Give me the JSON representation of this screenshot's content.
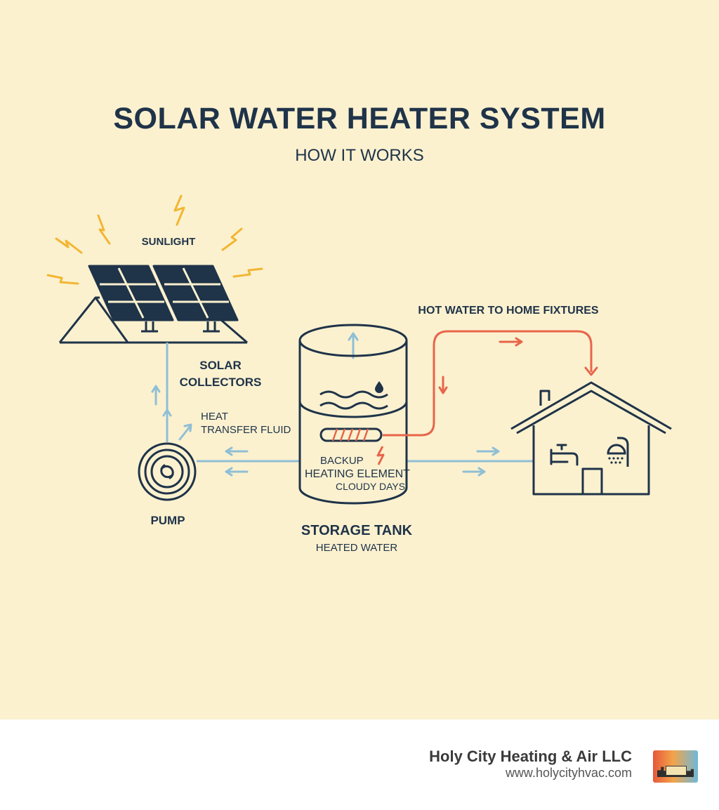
{
  "diagram": {
    "title": "SOLAR WATER HEATER SYSTEM",
    "subtitle": "HOW IT WORKS",
    "labels": {
      "sunlight": "SUNLIGHT",
      "collectors_line1": "SOLAR",
      "collectors_line2": "COLLECTORS",
      "fluid_line1": "HEAT",
      "fluid_line2": "TRANSFER FLUID",
      "pump": "PUMP",
      "backup_line1": "BACKUP",
      "backup_line2": "HEATING ELEMENT",
      "backup_line3": "CLOUDY DAYS",
      "tank_title": "STORAGE TANK",
      "tank_sub": "HEATED WATER",
      "hot_water": "HOT WATER TO HOME FIXTURES"
    },
    "colors": {
      "background": "#fbf1cf",
      "outline": "#1f3349",
      "cold_pipe": "#8fbfd6",
      "hot_pipe": "#e8654a",
      "sun_rays": "#f2b632"
    },
    "icons": [
      "sun-ray-icon",
      "solar-panel-icon",
      "pump-icon",
      "storage-tank-icon",
      "heating-element-icon",
      "house-icon",
      "faucet-icon",
      "shower-icon"
    ]
  },
  "footer": {
    "company": "Holy City Heating & Air LLC",
    "url": "www.holycityhvac.com"
  }
}
